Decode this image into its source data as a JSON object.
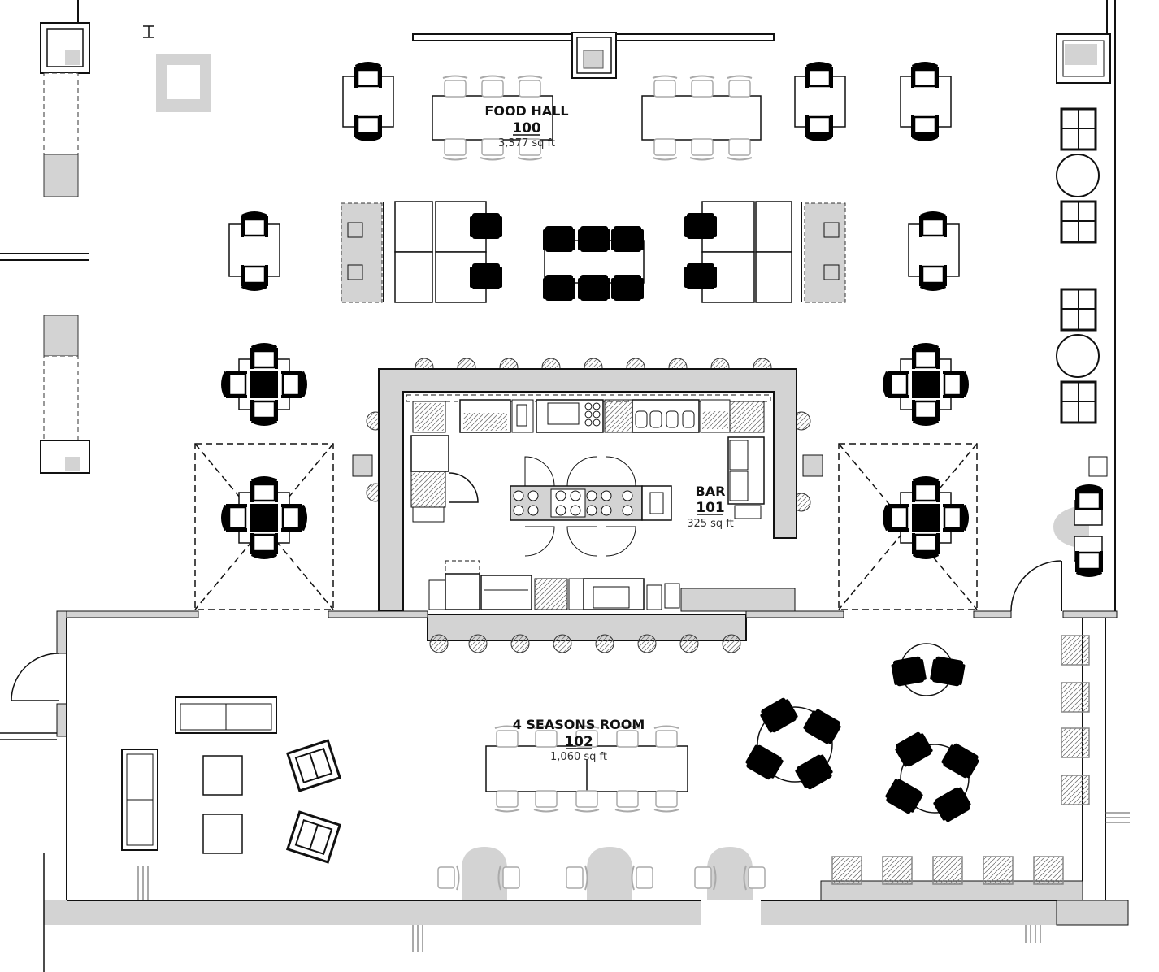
{
  "rooms": {
    "food_hall": {
      "name": "FOOD HALL",
      "number": "100",
      "area": "3,377 sq ft"
    },
    "bar": {
      "name": "BAR",
      "number": "101",
      "area": "325 sq ft"
    },
    "four_seasons": {
      "name": "4 SEASONS ROOM",
      "number": "102",
      "area": "1,060 sq ft"
    }
  },
  "colors": {
    "wall": "#111111",
    "fill_gray": "#d3d3d3",
    "light_gray": "#b5b5b5",
    "chair_black": "#000000"
  }
}
